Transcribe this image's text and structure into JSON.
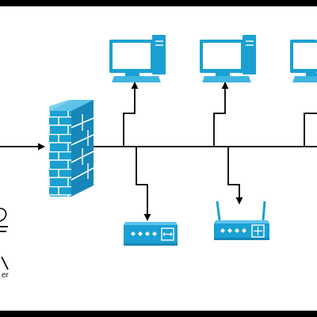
{
  "diagram": {
    "colors": {
      "background": "#000000",
      "panel": "#ffffff",
      "device": "#1aa0d2",
      "device_light": "#3db6e0",
      "line": "#000000"
    },
    "nodes": [
      {
        "id": "firewall",
        "type": "firewall",
        "icon": "brick-wall-icon"
      },
      {
        "id": "computer-1",
        "type": "desktop-computer",
        "icon": "desktop-computer-icon"
      },
      {
        "id": "computer-2",
        "type": "desktop-computer",
        "icon": "desktop-computer-icon"
      },
      {
        "id": "computer-3",
        "type": "desktop-computer",
        "icon": "desktop-computer-icon"
      },
      {
        "id": "switch",
        "type": "network-switch",
        "icon": "network-switch-icon"
      },
      {
        "id": "wireless-router",
        "type": "wireless-router",
        "icon": "wireless-router-icon"
      },
      {
        "id": "partial-device",
        "type": "partial-device",
        "icon": "partial-device-icon"
      }
    ],
    "edges": [
      {
        "from": "external",
        "to": "firewall",
        "arrow": "to"
      },
      {
        "from": "firewall",
        "to": "bus",
        "arrow": "none"
      },
      {
        "from": "bus",
        "to": "computer-1",
        "arrow": "to"
      },
      {
        "from": "bus",
        "to": "computer-2",
        "arrow": "to"
      },
      {
        "from": "bus",
        "to": "computer-3",
        "arrow": "to"
      },
      {
        "from": "bus",
        "to": "switch",
        "arrow": "to"
      },
      {
        "from": "bus",
        "to": "wireless-router",
        "arrow": "to"
      }
    ],
    "labels": {
      "partial_label": "er"
    }
  }
}
